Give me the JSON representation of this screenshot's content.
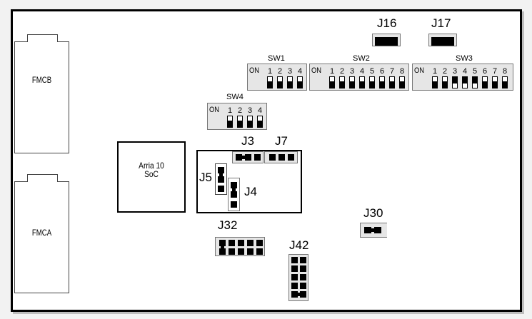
{
  "diagram": {
    "title": "",
    "fmc_connectors": [
      {
        "label": "FMCB"
      },
      {
        "label": "FMCA"
      }
    ],
    "soc": {
      "line1": "Arria 10",
      "line2": "SoC"
    },
    "switches": {
      "on_label": "ON",
      "SW1": {
        "label": "SW1",
        "positions": [
          "1",
          "2",
          "3",
          "4"
        ],
        "states": [
          "OFF",
          "OFF",
          "OFF",
          "OFF"
        ]
      },
      "SW2": {
        "label": "SW2",
        "positions": [
          "1",
          "2",
          "3",
          "4",
          "5",
          "6",
          "7",
          "8"
        ],
        "states": [
          "OFF",
          "OFF",
          "OFF",
          "OFF",
          "OFF",
          "OFF",
          "OFF",
          "OFF"
        ]
      },
      "SW3": {
        "label": "SW3",
        "positions": [
          "1",
          "2",
          "3",
          "4",
          "5",
          "6",
          "7",
          "8"
        ],
        "states": [
          "OFF",
          "OFF",
          "ON",
          "ON",
          "ON",
          "OFF",
          "OFF",
          "OFF"
        ]
      },
      "SW4": {
        "label": "SW4",
        "positions": [
          "1",
          "2",
          "3",
          "4"
        ],
        "states": [
          "OFF",
          "OFF",
          "OFF",
          "OFF"
        ]
      }
    },
    "jumpers": {
      "J3": {
        "label": "J3",
        "pins": 3,
        "shunt": "1-2"
      },
      "J4": {
        "label": "J4",
        "pins": 3,
        "shunt": "1-2"
      },
      "J5": {
        "label": "J5",
        "pins": 3,
        "shunt": "1-2"
      },
      "J7": {
        "label": "J7",
        "pins": 3,
        "shunt": "none"
      },
      "J16": {
        "label": "J16"
      },
      "J17": {
        "label": "J17"
      },
      "J30": {
        "label": "J30",
        "pins": 2,
        "shunt": "1-2"
      },
      "J32": {
        "label": "J32",
        "pins": 10,
        "shunt": "1-2"
      },
      "J42": {
        "label": "J42",
        "pins": 10,
        "shunt": "9-10"
      }
    }
  }
}
